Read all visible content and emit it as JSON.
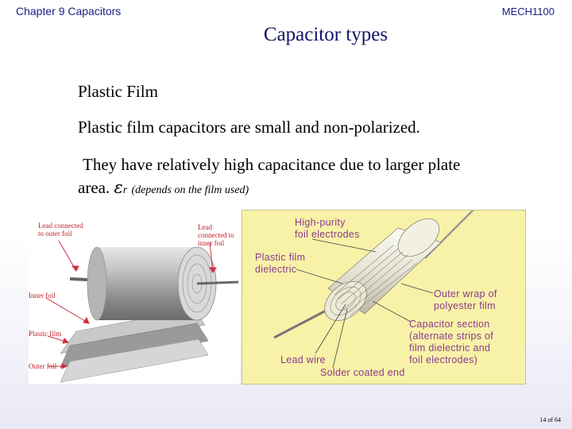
{
  "header": {
    "chapter": "Chapter 9 Capacitors",
    "course": "MECH1100"
  },
  "slide": {
    "title": "Capacitor types",
    "subtitle": "Plastic Film",
    "para1": "Plastic film capacitors are small and non-polarized.",
    "para2_text": "They have relatively high capacitance due to larger plate area.",
    "epsilon_symbol": "ε",
    "epsilon_subscript": "r",
    "para2_note": "(depends on the film used)"
  },
  "figure_left": {
    "labels": {
      "lead_outer": "Lead connected to outer foil",
      "lead_inner": "Lead connected to inner foil",
      "inner_foil": "Inner foil",
      "plastic_film": "Plastic film",
      "outer_foil": "Outer foil"
    }
  },
  "figure_right": {
    "labels": {
      "high_purity_1": "High-purity",
      "high_purity_2": "foil electrodes",
      "plastic_film_1": "Plastic film",
      "plastic_film_2": "dielectric",
      "outer_wrap_1": "Outer wrap of",
      "outer_wrap_2": "polyester film",
      "cap_section_1": "Capacitor section",
      "cap_section_2": "(alternate strips of",
      "cap_section_3": "film dielectric and",
      "cap_section_4": "foil electrodes)",
      "lead_wire": "Lead wire",
      "solder_end": "Solder coated end"
    }
  },
  "footer": {
    "page": "14 of 64"
  },
  "colors": {
    "header_text": "#1b1b8a",
    "figure_bg": "#f8f2a8",
    "label_red": "#c0202a",
    "label_purple": "#8a3b8f"
  }
}
